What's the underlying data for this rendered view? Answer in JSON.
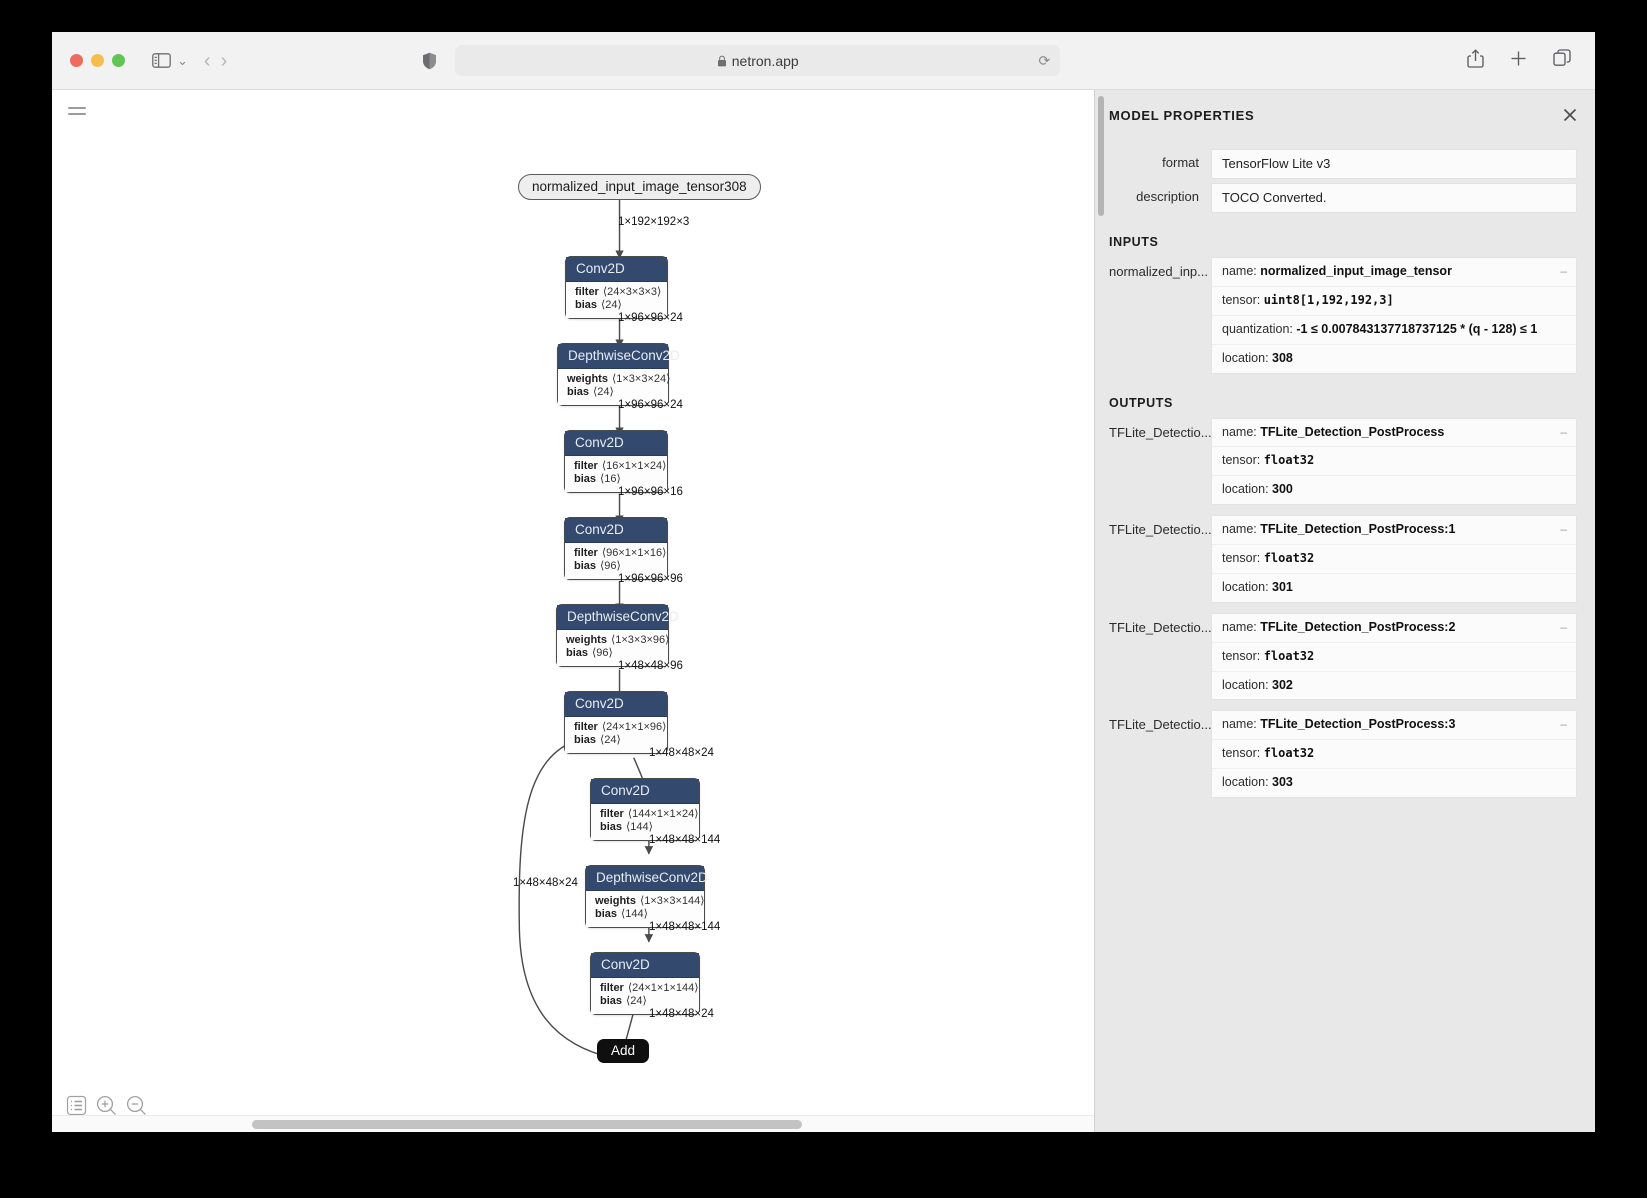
{
  "browser": {
    "url": "netron.app",
    "lock_icon": "lock-icon",
    "shield_icon": "shield-icon",
    "reload_icon": "reload-icon",
    "sidebar_icon": "sidebar-toggle-icon",
    "back_icon": "back-arrow-icon",
    "forward_icon": "forward-arrow-icon",
    "share_icon": "share-icon",
    "newtab_icon": "plus-icon",
    "tabs_icon": "tab-overview-icon"
  },
  "graph": {
    "menu_icon": "hamburger-menu-icon",
    "toolbar": {
      "list_icon": "list-icon",
      "zoom_in_icon": "zoom-in-icon",
      "zoom_out_icon": "zoom-out-icon"
    },
    "input_node": {
      "label": "normalized_input_image_tensor308"
    },
    "output_node": {
      "label": "Add"
    },
    "nodes": [
      {
        "type": "Conv2D",
        "attrs": [
          {
            "name": "filter",
            "value": "⟨24×3×3×3⟩"
          },
          {
            "name": "bias",
            "value": "⟨24⟩"
          }
        ]
      },
      {
        "type": "DepthwiseConv2D",
        "attrs": [
          {
            "name": "weights",
            "value": "⟨1×3×3×24⟩"
          },
          {
            "name": "bias",
            "value": "⟨24⟩"
          }
        ]
      },
      {
        "type": "Conv2D",
        "attrs": [
          {
            "name": "filter",
            "value": "⟨16×1×1×24⟩"
          },
          {
            "name": "bias",
            "value": "⟨16⟩"
          }
        ]
      },
      {
        "type": "Conv2D",
        "attrs": [
          {
            "name": "filter",
            "value": "⟨96×1×1×16⟩"
          },
          {
            "name": "bias",
            "value": "⟨96⟩"
          }
        ]
      },
      {
        "type": "DepthwiseConv2D",
        "attrs": [
          {
            "name": "weights",
            "value": "⟨1×3×3×96⟩"
          },
          {
            "name": "bias",
            "value": "⟨96⟩"
          }
        ]
      },
      {
        "type": "Conv2D",
        "attrs": [
          {
            "name": "filter",
            "value": "⟨24×1×1×96⟩"
          },
          {
            "name": "bias",
            "value": "⟨24⟩"
          }
        ]
      },
      {
        "type": "Conv2D",
        "attrs": [
          {
            "name": "filter",
            "value": "⟨144×1×1×24⟩"
          },
          {
            "name": "bias",
            "value": "⟨144⟩"
          }
        ]
      },
      {
        "type": "DepthwiseConv2D",
        "attrs": [
          {
            "name": "weights",
            "value": "⟨1×3×3×144⟩"
          },
          {
            "name": "bias",
            "value": "⟨144⟩"
          }
        ]
      },
      {
        "type": "Conv2D",
        "attrs": [
          {
            "name": "filter",
            "value": "⟨24×1×1×144⟩"
          },
          {
            "name": "bias",
            "value": "⟨24⟩"
          }
        ]
      }
    ],
    "edge_labels": [
      "1×192×192×3",
      "1×96×96×24",
      "1×96×96×24",
      "1×96×96×16",
      "1×96×96×96",
      "1×48×48×96",
      "1×48×48×24",
      "1×48×48×144",
      "1×48×48×144",
      "1×48×48×24",
      "1×48×48×24"
    ]
  },
  "properties": {
    "title": "MODEL PROPERTIES",
    "close_icon": "close-icon",
    "fields": [
      {
        "label": "format",
        "value": "TensorFlow Lite v3"
      },
      {
        "label": "description",
        "value": "TOCO Converted."
      }
    ],
    "inputs_heading": "INPUTS",
    "inputs": [
      {
        "label": "normalized_inp...",
        "lines": [
          {
            "key": "name: ",
            "value": "normalized_input_image_tensor",
            "mono": false,
            "collapse": "–"
          },
          {
            "key": "tensor: ",
            "value": "uint8[1,192,192,3]",
            "mono": true,
            "collapse": ""
          },
          {
            "key": "quantization: ",
            "value": "-1 ≤ 0.007843137718737125 * (q - 128) ≤ 1",
            "mono": false,
            "collapse": ""
          },
          {
            "key": "location: ",
            "value": "308",
            "mono": false,
            "collapse": ""
          }
        ]
      }
    ],
    "outputs_heading": "OUTPUTS",
    "outputs": [
      {
        "label": "TFLite_Detectio...",
        "lines": [
          {
            "key": "name: ",
            "value": "TFLite_Detection_PostProcess",
            "mono": false,
            "collapse": "–"
          },
          {
            "key": "tensor: ",
            "value": "float32",
            "mono": true,
            "collapse": ""
          },
          {
            "key": "location: ",
            "value": "300",
            "mono": false,
            "collapse": ""
          }
        ]
      },
      {
        "label": "TFLite_Detectio...",
        "lines": [
          {
            "key": "name: ",
            "value": "TFLite_Detection_PostProcess:1",
            "mono": false,
            "collapse": "–"
          },
          {
            "key": "tensor: ",
            "value": "float32",
            "mono": true,
            "collapse": ""
          },
          {
            "key": "location: ",
            "value": "301",
            "mono": false,
            "collapse": ""
          }
        ]
      },
      {
        "label": "TFLite_Detectio...",
        "lines": [
          {
            "key": "name: ",
            "value": "TFLite_Detection_PostProcess:2",
            "mono": false,
            "collapse": "–"
          },
          {
            "key": "tensor: ",
            "value": "float32",
            "mono": true,
            "collapse": ""
          },
          {
            "key": "location: ",
            "value": "302",
            "mono": false,
            "collapse": ""
          }
        ]
      },
      {
        "label": "TFLite_Detectio...",
        "lines": [
          {
            "key": "name: ",
            "value": "TFLite_Detection_PostProcess:3",
            "mono": false,
            "collapse": "–"
          },
          {
            "key": "tensor: ",
            "value": "float32",
            "mono": true,
            "collapse": ""
          },
          {
            "key": "location: ",
            "value": "303",
            "mono": false,
            "collapse": ""
          }
        ]
      }
    ]
  }
}
